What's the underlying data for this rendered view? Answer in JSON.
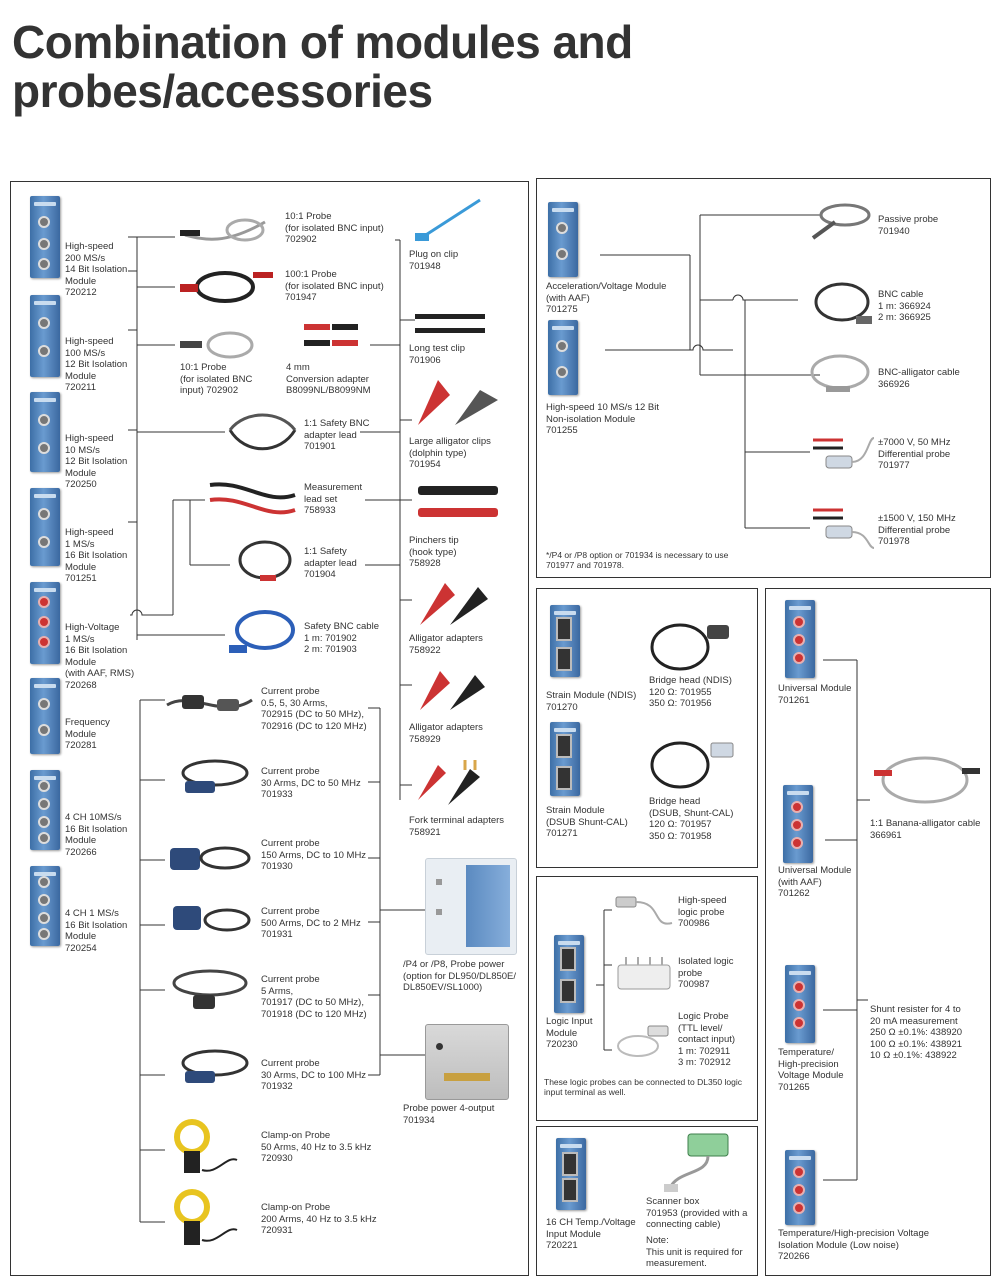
{
  "page_title": "Combination of modules and\nprobes/accessories",
  "left_panel": {
    "modules": [
      "High-speed\n200 MS/s\n14 Bit Isolation\nModule\n720212",
      "High-speed\n100 MS/s\n12 Bit Isolation\nModule\n720211",
      "High-speed\n10 MS/s\n12 Bit Isolation\nModule\n720250",
      "High-speed\n1 MS/s\n16 Bit Isolation\nModule\n701251",
      "High-Voltage\n1 MS/s\n16 Bit Isolation\nModule\n(with AAF, RMS)\n720268",
      "Frequency\nModule\n720281",
      "4 CH 10MS/s\n16 Bit Isolation\nModule\n720266",
      "4 CH 1 MS/s\n16 Bit Isolation\nModule\n720254"
    ],
    "probes": [
      "10:1 Probe\n(for isolated BNC input)\n702902",
      "100:1 Probe\n(for isolated BNC input)\n701947",
      "10:1 Probe\n(for isolated BNC\ninput) 702902",
      "4 mm\nConversion adapter\nB8099NL/B8099NM",
      "1:1 Safety BNC\nadapter lead\n701901",
      "Measurement\nlead set\n758933",
      "1:1 Safety\nadapter lead\n701904",
      "Safety BNC cable\n1 m: 701902\n2 m: 701903"
    ],
    "clips": [
      "Plug on clip\n701948",
      "Long test clip\n701906",
      "Large alligator clips\n(dolphin type)\n701954",
      "Pinchers tip\n(hook type)\n758928",
      "Alligator adapters\n758922",
      "Alligator adapters\n758929",
      "Fork terminal adapters\n758921"
    ],
    "current_probes": [
      "Current probe\n0.5, 5, 30 Arms,\n702915 (DC to 50 MHz),\n702916 (DC to 120 MHz)",
      "Current probe\n30 Arms, DC to 50 MHz\n701933",
      "Current probe\n150 Arms, DC to 10 MHz\n701930",
      "Current probe\n500 Arms, DC to 2 MHz\n701931",
      "Current probe\n5 Arms,\n701917 (DC to 50 MHz),\n701918 (DC to 120 MHz)",
      "Current probe\n30 Arms, DC to 100 MHz\n701932",
      "Clamp-on Probe\n50 Arms, 40 Hz to 3.5 kHz\n720930",
      "Clamp-on Probe\n200 Arms, 40 Hz to 3.5 kHz\n720931"
    ],
    "probe_power_option": "/P4 or /P8, Probe power\n(option for DL950/DL850E/\nDL850EV/SL1000)",
    "probe_power_unit": "Probe power 4-output\n701934"
  },
  "accel_panel": {
    "modules": [
      "Acceleration/Voltage Module\n(with AAF)\n701275",
      "High-speed 10 MS/s 12 Bit\nNon-isolation Module\n701255"
    ],
    "accessories": [
      "Passive probe\n701940",
      "BNC cable\n1 m: 366924\n2 m: 366925",
      "BNC-alligator cable\n366926",
      "±7000 V, 50 MHz\nDifferential probe\n701977",
      "±1500 V, 150 MHz\nDifferential probe\n701978"
    ],
    "note": "*/P4 or /P8 option or 701934 is necessary to use\n 701977 and 701978."
  },
  "strain_panel": {
    "items": [
      "Strain Module (NDIS)\n701270",
      "Bridge head (NDIS)\n120 Ω: 701955\n350 Ω: 701956",
      "Strain Module\n(DSUB Shunt-CAL)\n701271",
      "Bridge head\n(DSUB, Shunt-CAL)\n120 Ω: 701957\n350 Ω: 701958"
    ]
  },
  "logic_panel": {
    "module": "Logic Input\nModule\n720230",
    "probes": [
      "High-speed\nlogic probe\n700986",
      "Isolated logic\nprobe\n700987",
      "Logic Probe\n(TTL level/\ncontact input)\n1 m: 702911\n3 m: 702912"
    ],
    "note": "These logic probes can be connected to DL350 logic\ninput terminal as well."
  },
  "temp_panel": {
    "module": "16 CH Temp./Voltage\nInput Module\n720221",
    "scanner": "Scanner box\n701953 (provided with a\nconnecting cable)",
    "note": "Note:\nThis unit is required for\nmeasurement."
  },
  "universal_panel": {
    "modules": [
      "Universal Module\n701261",
      "Universal Module\n(with AAF)\n701262",
      "Temperature/\nHigh-precision\nVoltage Module\n701265",
      "Temperature/High-precision Voltage\nIsolation Module (Low noise)\n720266"
    ],
    "cable": "1:1 Banana-alligator cable\n366961",
    "shunt": "Shunt resister for 4 to\n20 mA measurement\n250 Ω ±0.1%: 438920\n100 Ω ±0.1%: 438921\n10 Ω ±0.1%: 438922"
  }
}
